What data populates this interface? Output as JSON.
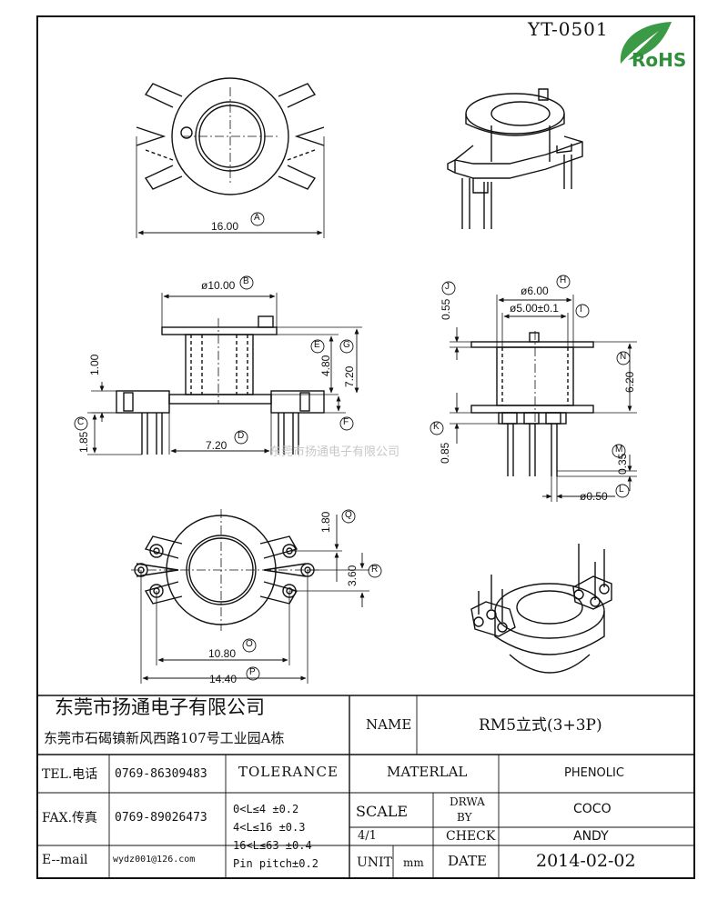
{
  "drawing": {
    "code": "YT-0501",
    "rohs_label": "RoHS",
    "watermark": "东莞市扬通电子有限公司",
    "dims": {
      "a": "16.00",
      "b": "ø10.00",
      "c": "1.85",
      "d": "7.20",
      "e": "4.80",
      "g": "7.20",
      "f_left": "1.00",
      "h": "ø6.00",
      "i": "ø5.00±0.1",
      "j": "0.55",
      "n": "6.20",
      "k": "0.85",
      "m": "0.35",
      "l": "ø0.50",
      "q": "1.80",
      "r": "3.60",
      "o": "10.80",
      "p": "14.40"
    },
    "callouts": {
      "a": "A",
      "b": "B",
      "c": "C",
      "d": "D",
      "e": "E",
      "f": "F",
      "g": "G",
      "h": "H",
      "i": "I",
      "j": "J",
      "k": "K",
      "l": "L",
      "m": "M",
      "n": "N",
      "o": "O",
      "p": "P",
      "q": "Q",
      "r": "R"
    }
  },
  "title_block": {
    "company": "东莞市扬通电子有限公司",
    "address": "东莞市石碣镇新风西路107号工业园A栋",
    "name_label": "NAME",
    "name_value": "RM5立式(3+3P)",
    "tel_label": "TEL.电话",
    "tel_value": "0769-86309483",
    "fax_label": "FAX.传真",
    "fax_value": "0769-89026473",
    "email_label": "E--mail",
    "email_value": "wydz001@126.com",
    "tolerance_label": "TOLERANCE",
    "tolerance_lines": [
      "0<L≤4   ±0.2",
      "4<L≤16  ±0.3",
      "16<L≤63 ±0.4",
      "Pin pitch±0.2"
    ],
    "material_label": "MATERLAL",
    "material_value": "PHENOLIC",
    "scale_label": "SCALE",
    "scale_value": "4/1",
    "drawn_by_label_1": "DRWA",
    "drawn_by_label_2": "BY",
    "drawn_by_value": "COCO",
    "check_label": "CHECK",
    "check_value": "ANDY",
    "unit_label": "UNIT",
    "unit_value": "mm",
    "date_label": "DATE",
    "date_value": "2014-02-02"
  }
}
